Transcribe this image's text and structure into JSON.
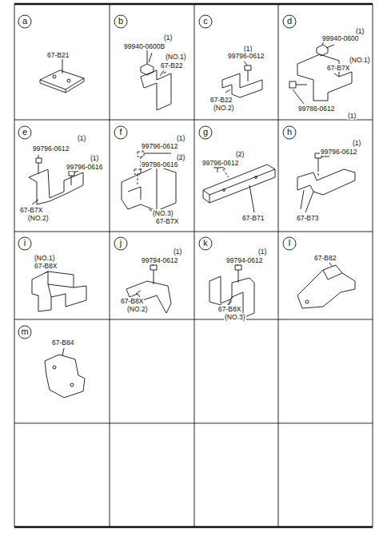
{
  "diagram": {
    "labels": [
      "a",
      "67-B21",
      "b",
      "(1)",
      "99940-0600B",
      "(NO.1)",
      "67-B22",
      "c",
      "(1)",
      "99796-0612",
      "67-B22",
      "(NO.2)",
      "d",
      "(1)",
      "99940-0600",
      "(NO.1)",
      "67-B7X",
      "99786-0612",
      "(1)",
      "e",
      "(1)",
      "99796-0612",
      "(1)",
      "99796-0616",
      "67-B7X",
      "(NO.2)",
      "f",
      "(1)",
      "99796-0612",
      "(2)",
      "99796-0616",
      "(NO.3)",
      "67-B7X",
      "g",
      "99796-0612",
      "(2)",
      "67-B71",
      "h",
      "(1)",
      "99796-0612",
      "67-B73",
      "i",
      "(NO.1)",
      "67-B8X",
      "j",
      "(1)",
      "99794-0612",
      "67-B8X",
      "(NO.2)",
      "k",
      "(1)",
      "99794-0612",
      "67-B8X",
      "(NO.3)",
      "l",
      "67-B82",
      "m",
      "67-B84"
    ]
  }
}
